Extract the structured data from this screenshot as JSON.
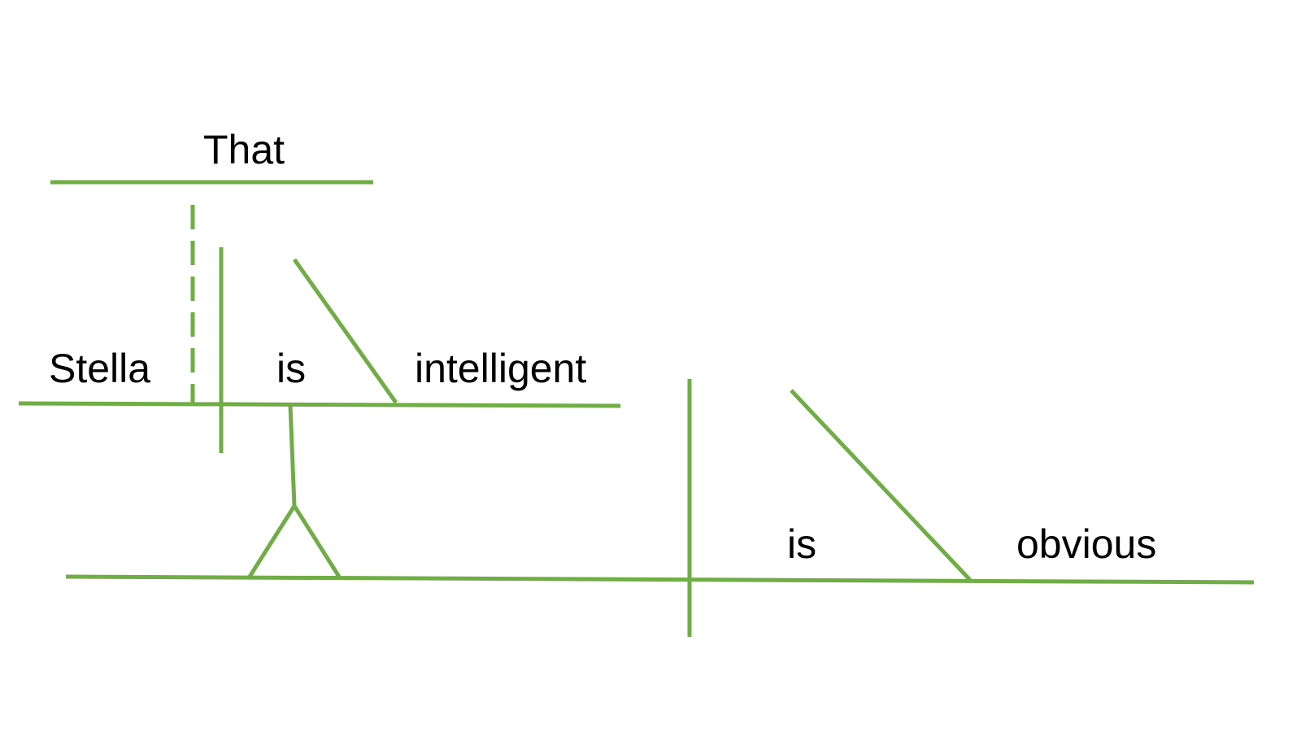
{
  "colors": {
    "line": "#70AD47",
    "text": "#000000",
    "background": "#FFFFFF"
  },
  "words": {
    "connector": "That",
    "subject": "Stella",
    "verb": "is",
    "complement": "intelligent",
    "main_verb": "is",
    "main_complement": "obvious"
  }
}
